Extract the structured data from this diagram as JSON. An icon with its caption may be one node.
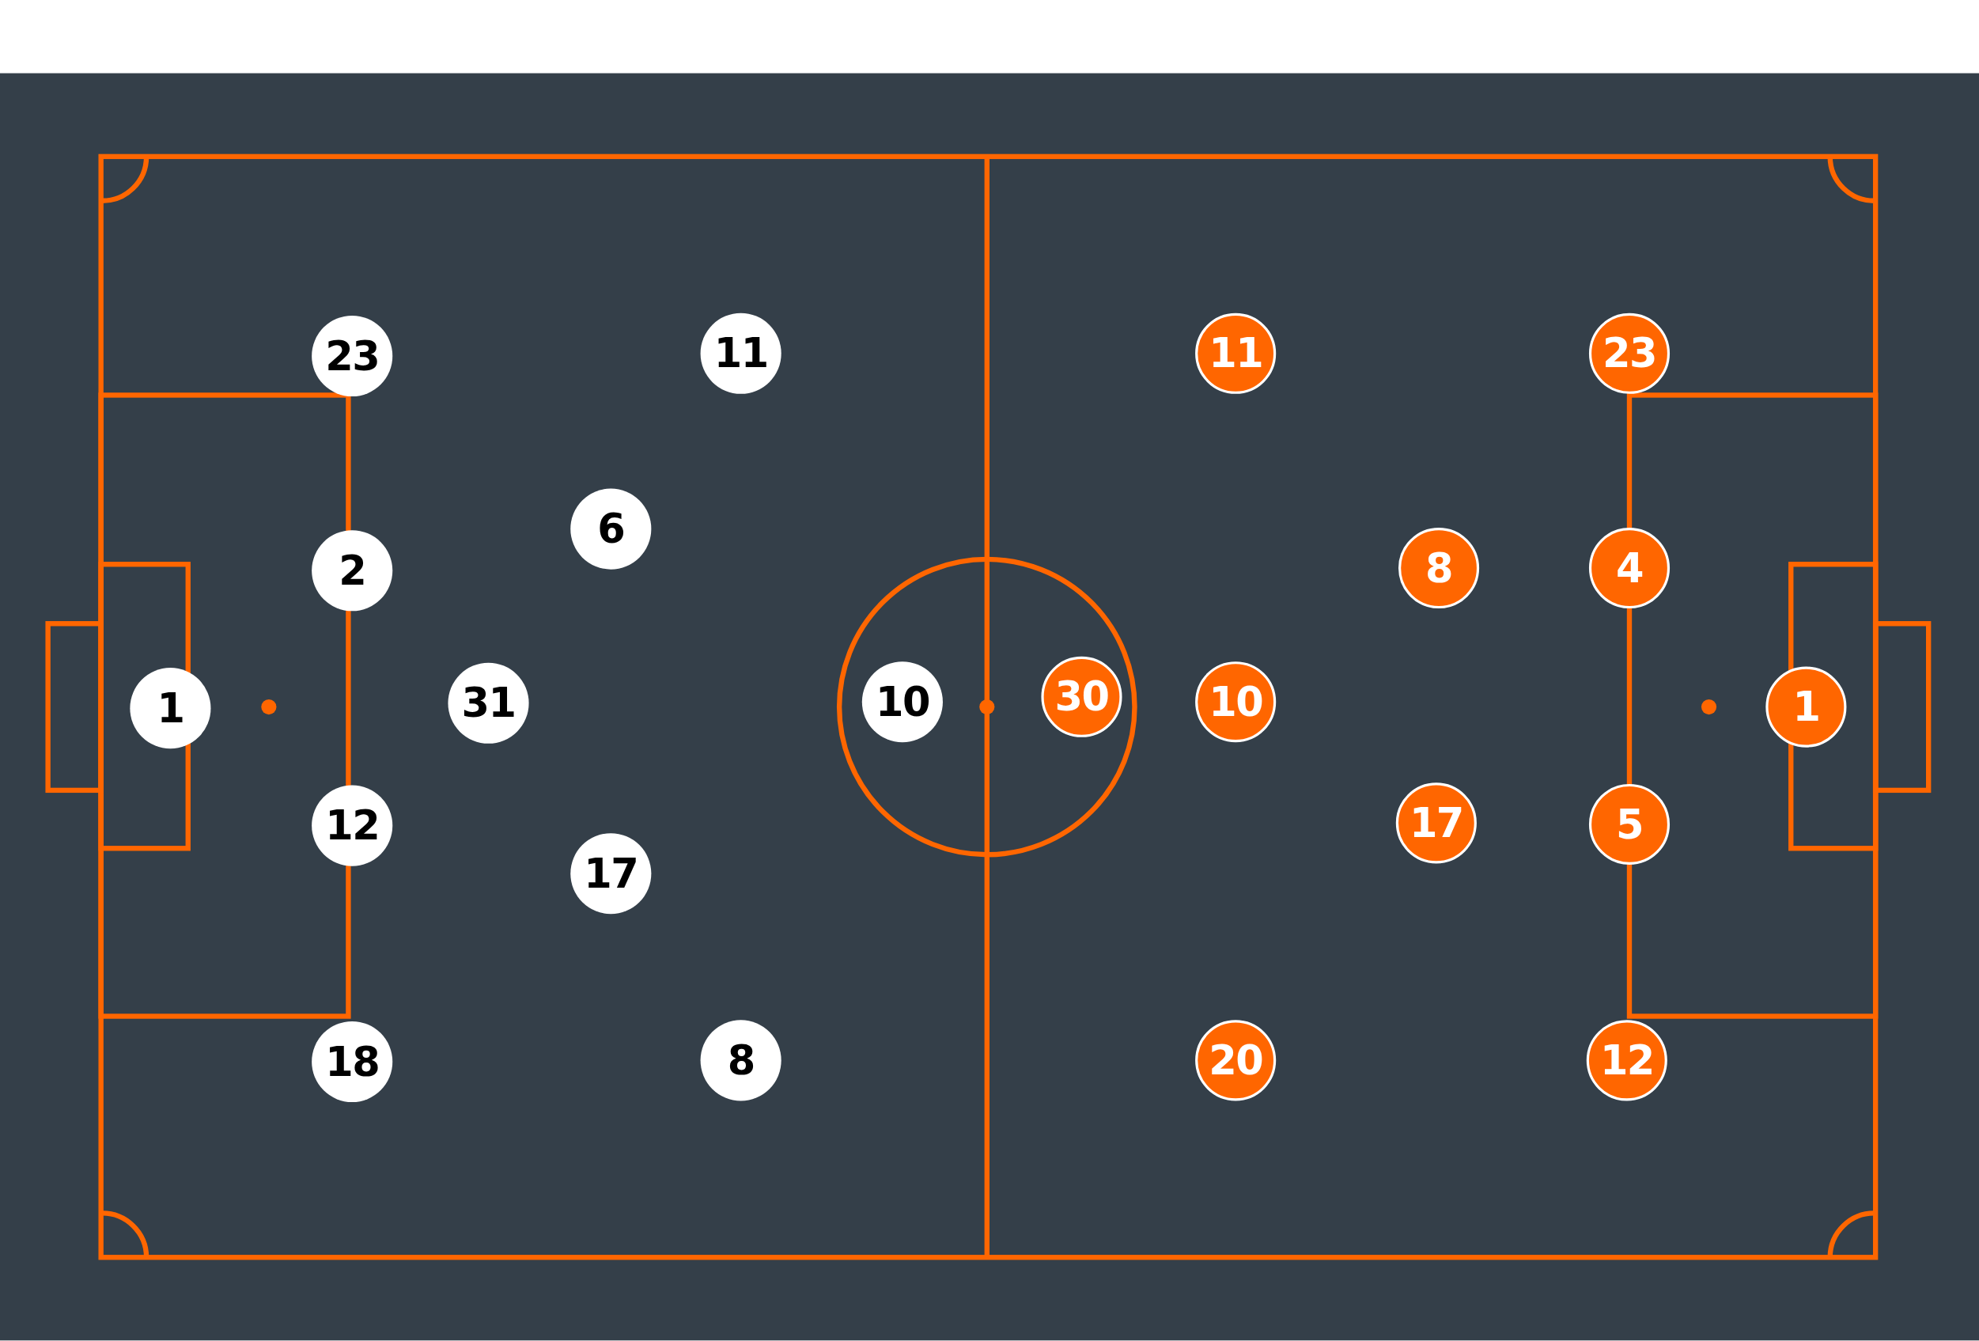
{
  "diagram": {
    "nodes": [
      {
        "text": [
          "1"
        ]
      },
      {
        "text": [
          "23"
        ]
      },
      {
        "text": [
          "2"
        ]
      },
      {
        "text": [
          "12"
        ]
      },
      {
        "text": [
          "18"
        ]
      },
      {
        "text": [
          "6"
        ]
      },
      {
        "text": [
          "31"
        ]
      },
      {
        "text": [
          "17"
        ]
      },
      {
        "text": [
          "11"
        ]
      },
      {
        "text": [
          "8"
        ]
      },
      {
        "text": [
          "10"
        ]
      },
      {
        "text": [
          "30"
        ]
      },
      {
        "text": [
          "11"
        ]
      },
      {
        "text": [
          "10"
        ]
      },
      {
        "text": [
          "20"
        ]
      },
      {
        "text": [
          "17"
        ]
      },
      {
        "text": [
          "8"
        ]
      },
      {
        "text": [
          "23"
        ]
      },
      {
        "text": [
          "4"
        ]
      },
      {
        "text": [
          "5"
        ]
      },
      {
        "text": [
          "12"
        ]
      },
      {
        "text": [
          "1"
        ]
      }
    ]
  }
}
